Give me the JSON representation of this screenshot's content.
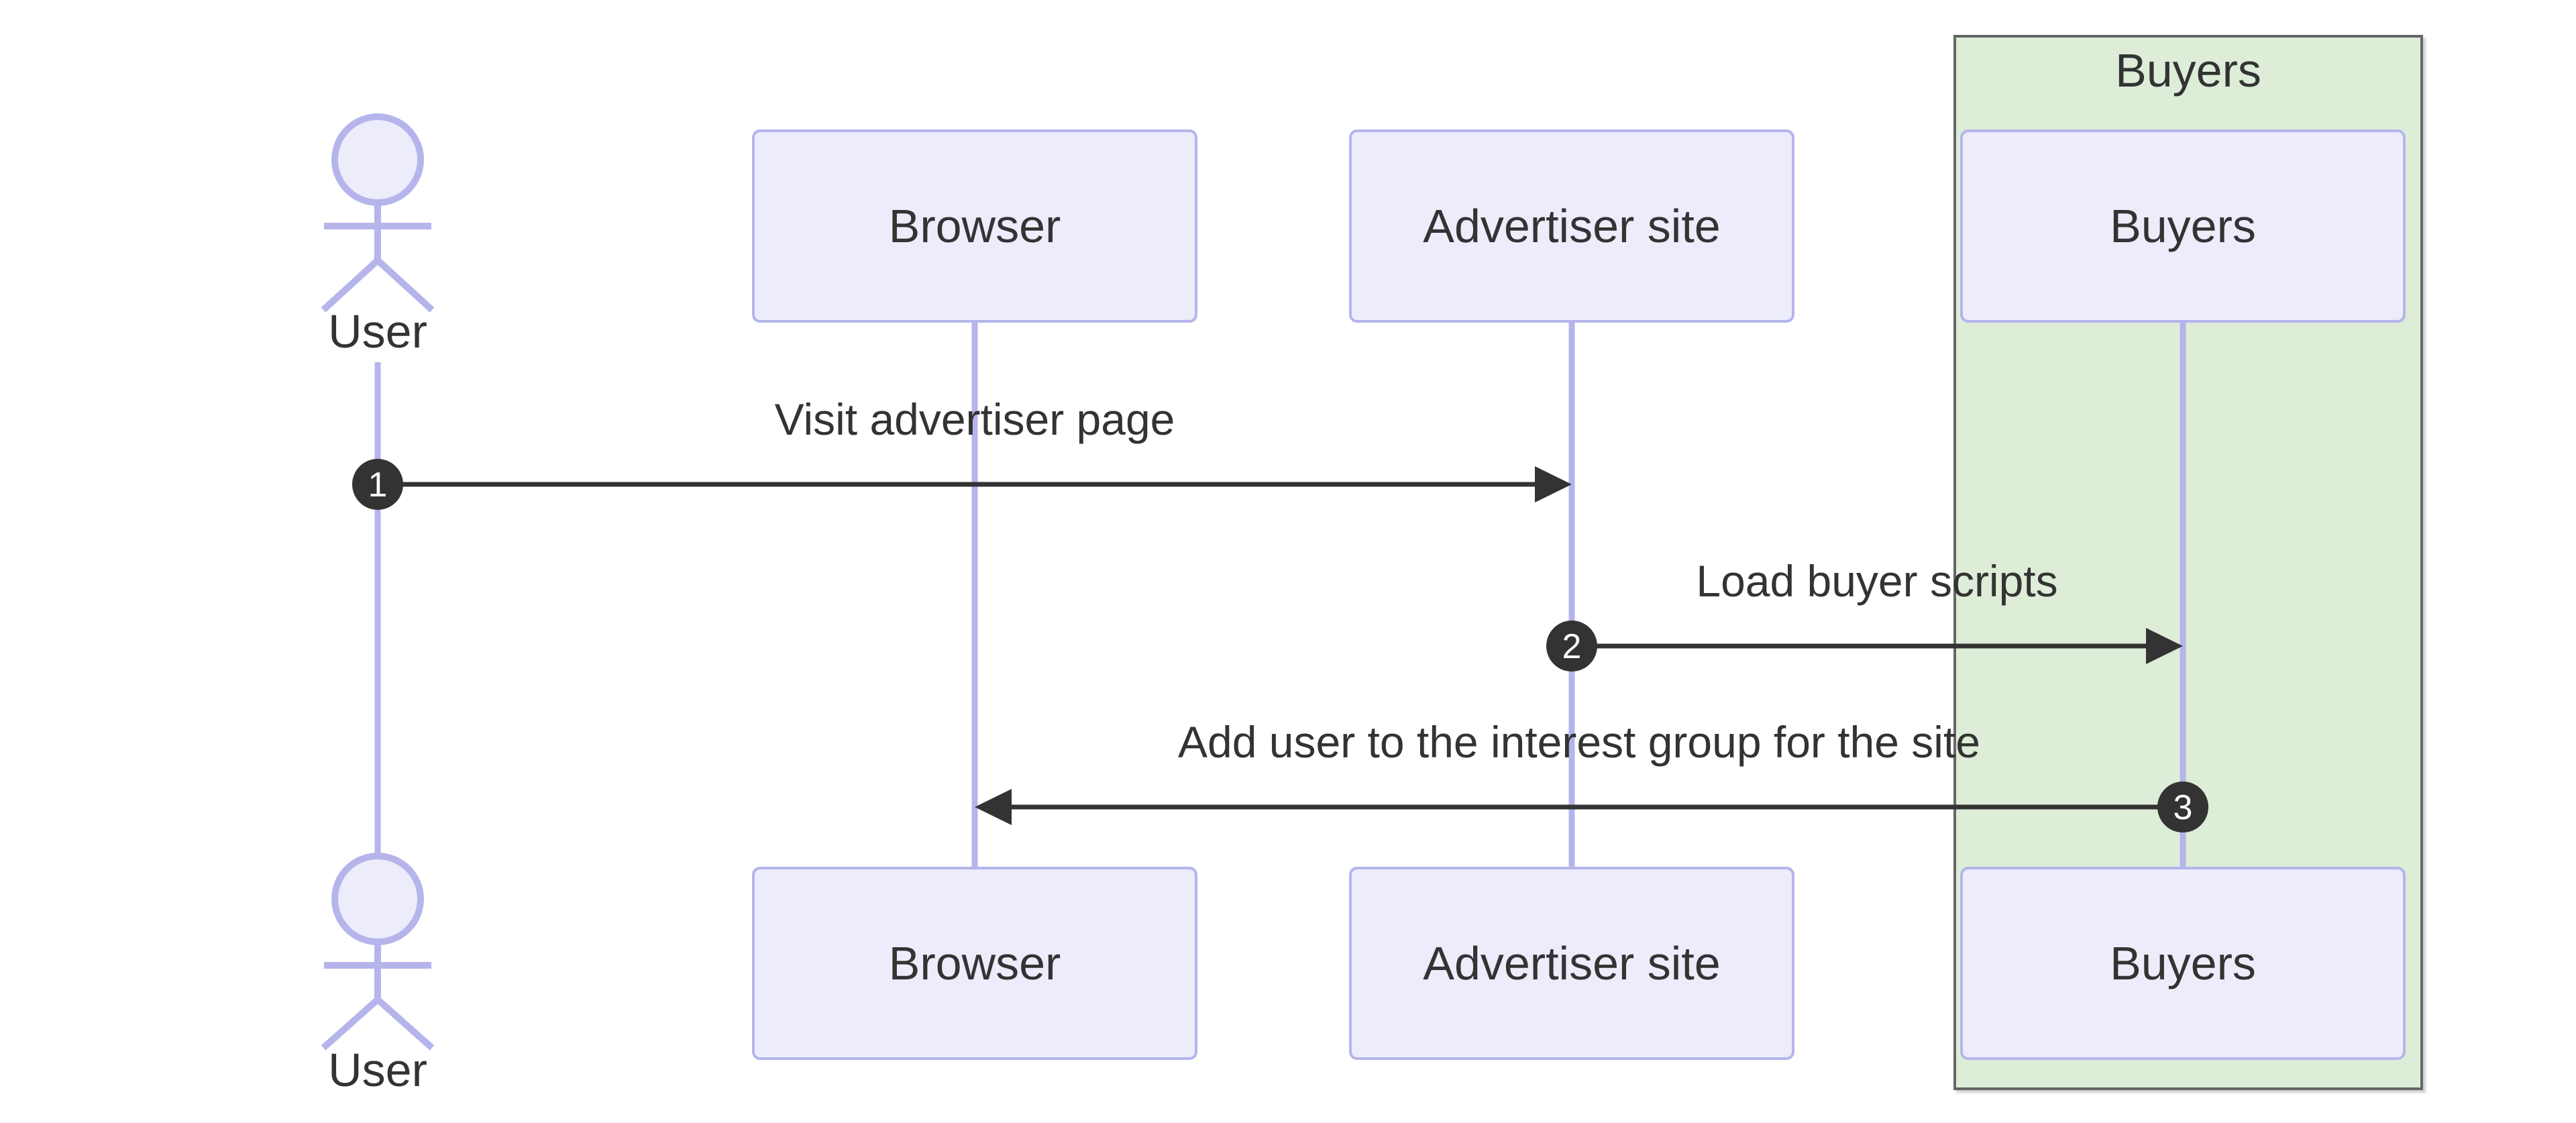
{
  "diagram": {
    "type": "sequence",
    "colors": {
      "background": "#FFFFFF",
      "participant_fill": "#ECECFB",
      "participant_border": "#B5B5EC",
      "lifeline": "#B5B5EC",
      "group_fill": "#DDEDD8",
      "group_border": "#666666",
      "signal": "#333333",
      "text": "#333333",
      "number_badge_fill": "#333333",
      "number_badge_text": "#FFFFFF"
    },
    "actors": [
      {
        "id": "user",
        "kind": "actor",
        "label": "User"
      },
      {
        "id": "browser",
        "kind": "participant",
        "label": "Browser"
      },
      {
        "id": "advertiser",
        "kind": "participant",
        "label": "Advertiser site"
      },
      {
        "id": "buyers",
        "kind": "participant",
        "label": "Buyers"
      }
    ],
    "group": {
      "label": "Buyers",
      "contains": [
        "buyers"
      ]
    },
    "messages": [
      {
        "seq": "1",
        "label": "Visit advertiser page",
        "from": "user",
        "to": "advertiser",
        "direction": "right"
      },
      {
        "seq": "2",
        "label": "Load buyer scripts",
        "from": "advertiser",
        "to": "buyers",
        "direction": "right"
      },
      {
        "seq": "3",
        "label": "Add user to the interest group for the site",
        "from": "buyers",
        "to": "browser",
        "direction": "left"
      }
    ]
  }
}
